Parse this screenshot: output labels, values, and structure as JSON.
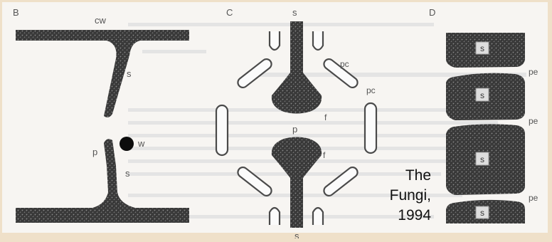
{
  "panels": {
    "b": {
      "letter": "B",
      "cell_wall": "cw",
      "septum_top": "s",
      "septum_bottom": "s",
      "pore": "p",
      "woronin_body": "w"
    },
    "c": {
      "letter": "C",
      "septum_top": "s",
      "septum_bottom": "s",
      "pore_cap_1": "pc",
      "pore_cap_2": "pc",
      "flange_top": "f",
      "flange_bottom": "f",
      "pore": "p"
    },
    "d": {
      "letter": "D",
      "pe_labels": [
        "pe",
        "pe",
        "pe"
      ],
      "cell_labels": [
        "s",
        "s",
        "s",
        "s"
      ]
    }
  },
  "credit": {
    "line1": "The",
    "line2": "Fungi,",
    "line3": "1994"
  },
  "colors": {
    "background": "#efe0c9",
    "paper": "#f7f5f2",
    "ink": "#3c3c3c",
    "dark": "#0c0c0c"
  }
}
